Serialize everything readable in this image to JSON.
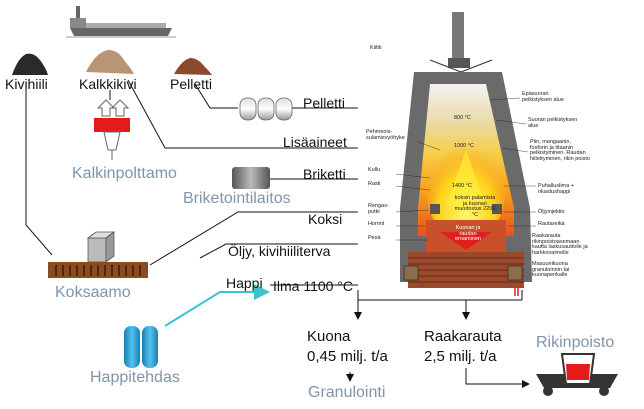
{
  "raw_materials": {
    "coal": "Kivihiili",
    "limestone": "Kalkkikivi",
    "pellets": "Pelletti"
  },
  "plants": {
    "lime_kiln": "Kalkinpolttamo",
    "briquetting": "Briketointilaitos",
    "coking": "Koksaamo",
    "oxygen": "Happitehdas",
    "desulfurization": "Rikinpoisto",
    "granulation": "Granulointi"
  },
  "inputs": {
    "pellets": "Pelletti",
    "additives": "Lisäaineet",
    "briquette": "Briketti",
    "coke": "Koksi",
    "oil_coal": "Öljy, kivihiiliterva",
    "oxygen": "Happi",
    "air": "Ilma 1100 °C"
  },
  "outputs": {
    "slag_name": "Kuona",
    "slag_amount": "0,45 milj. t/a",
    "iron_name": "Raakarauta",
    "iron_amount": "2,5 milj. t/a"
  },
  "furnace": {
    "top_label": "Kiiltti",
    "temp_800": "800 °C",
    "temp_1000": "1000 °C",
    "temp_1400": "1400 °C",
    "note_right_1": "Epäsuoran pelkistyksen alue",
    "note_right_2": "Suoran pelkistyksen alue",
    "note_right_3": "Piin, mangaanin, fosforin ja titaanin pelkistyminen. Raudan hiilettyminen, rikin poisto",
    "note_right_4": "Puhalluslima + rikastushappi",
    "note_right_5": "Öljyinjektio",
    "note_right_6": "Rautareikä",
    "note_right_7": "Raakarauta rikinpoistoasemaan kautta laskusauttoile ja harkkovaimelle",
    "note_right_8": "Masuunikuona granuloinnin tai kuonapenkalle",
    "note_left_1": "Pehmenis-sulamisvyöhyke",
    "note_left_2": "Kullu",
    "note_left_3": "Rasti",
    "note_left_4": "Rengas-putki",
    "note_left_5": "Hormit",
    "note_left_6": "Pesä",
    "note_center_1": "koksin palamista ja kuonan muodostus 2200 °C",
    "note_center_2": "Kuonan ja raudan eroaminen"
  }
}
